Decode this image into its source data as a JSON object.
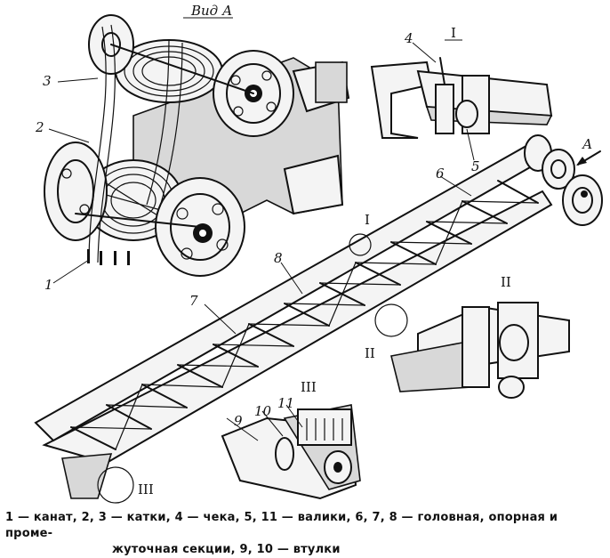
{
  "view_label": "Вид А",
  "callouts": {
    "c1": "1",
    "c2": "2",
    "c3": "3",
    "c4": "4",
    "c5": "5",
    "c6": "6",
    "c7": "7",
    "c8": "8",
    "c9": "9",
    "c10": "10",
    "c11": "11",
    "arrow_a": "А",
    "sec1_top": "I",
    "sec1_mid": "I",
    "sec2_mid": "II",
    "sec2_detail": "II",
    "sec3_mid": "III",
    "sec3_detail": "III"
  },
  "caption": {
    "line1": "1 — канат, 2, 3 — катки, 4 — чека, 5, 11 — валики, 6, 7, 8 — головная, опорная и проме-",
    "line2": "жуточная секции, 9, 10 — втулки"
  }
}
